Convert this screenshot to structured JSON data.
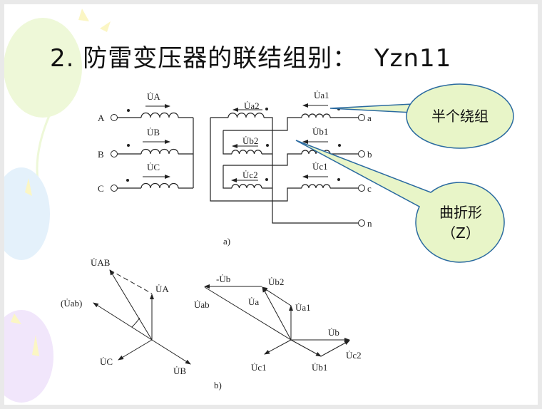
{
  "slide": {
    "title": "2. 防雷变压器的联结组别：  Yzn11"
  },
  "diagram_a": {
    "caption": "a)",
    "terminals_primary": [
      "A",
      "B",
      "C"
    ],
    "terminals_secondary": [
      "a",
      "b",
      "c",
      "n"
    ],
    "primary_labels": [
      "U̇A",
      "U̇B",
      "U̇C"
    ],
    "secondary_outer_labels": [
      "U̇a1",
      "U̇b1",
      "U̇c1"
    ],
    "secondary_inner_labels": [
      "U̇a2",
      "U̇b2",
      "U̇c2"
    ]
  },
  "diagram_b": {
    "caption": "b)",
    "left_labels": {
      "UAB": "U̇AB",
      "UA": "U̇A",
      "Uab": "(U̇ab)",
      "UC": "U̇C",
      "UB": "U̇B"
    },
    "right_labels": {
      "negUb": "-U̇b",
      "Ub2": "U̇b2",
      "Uab": "U̇ab",
      "Ua": "U̇a",
      "Ua1": "U̇a1",
      "Ub": "U̇b",
      "Uc2": "U̇c2",
      "Ub1": "U̇b1",
      "Uc1": "U̇c1"
    }
  },
  "callouts": {
    "half_winding": "半个绕组",
    "zigzag_line1": "曲折形",
    "zigzag_line2": "（Z）",
    "fill": "#e8f5c8",
    "stroke": "#2a6aa0"
  }
}
